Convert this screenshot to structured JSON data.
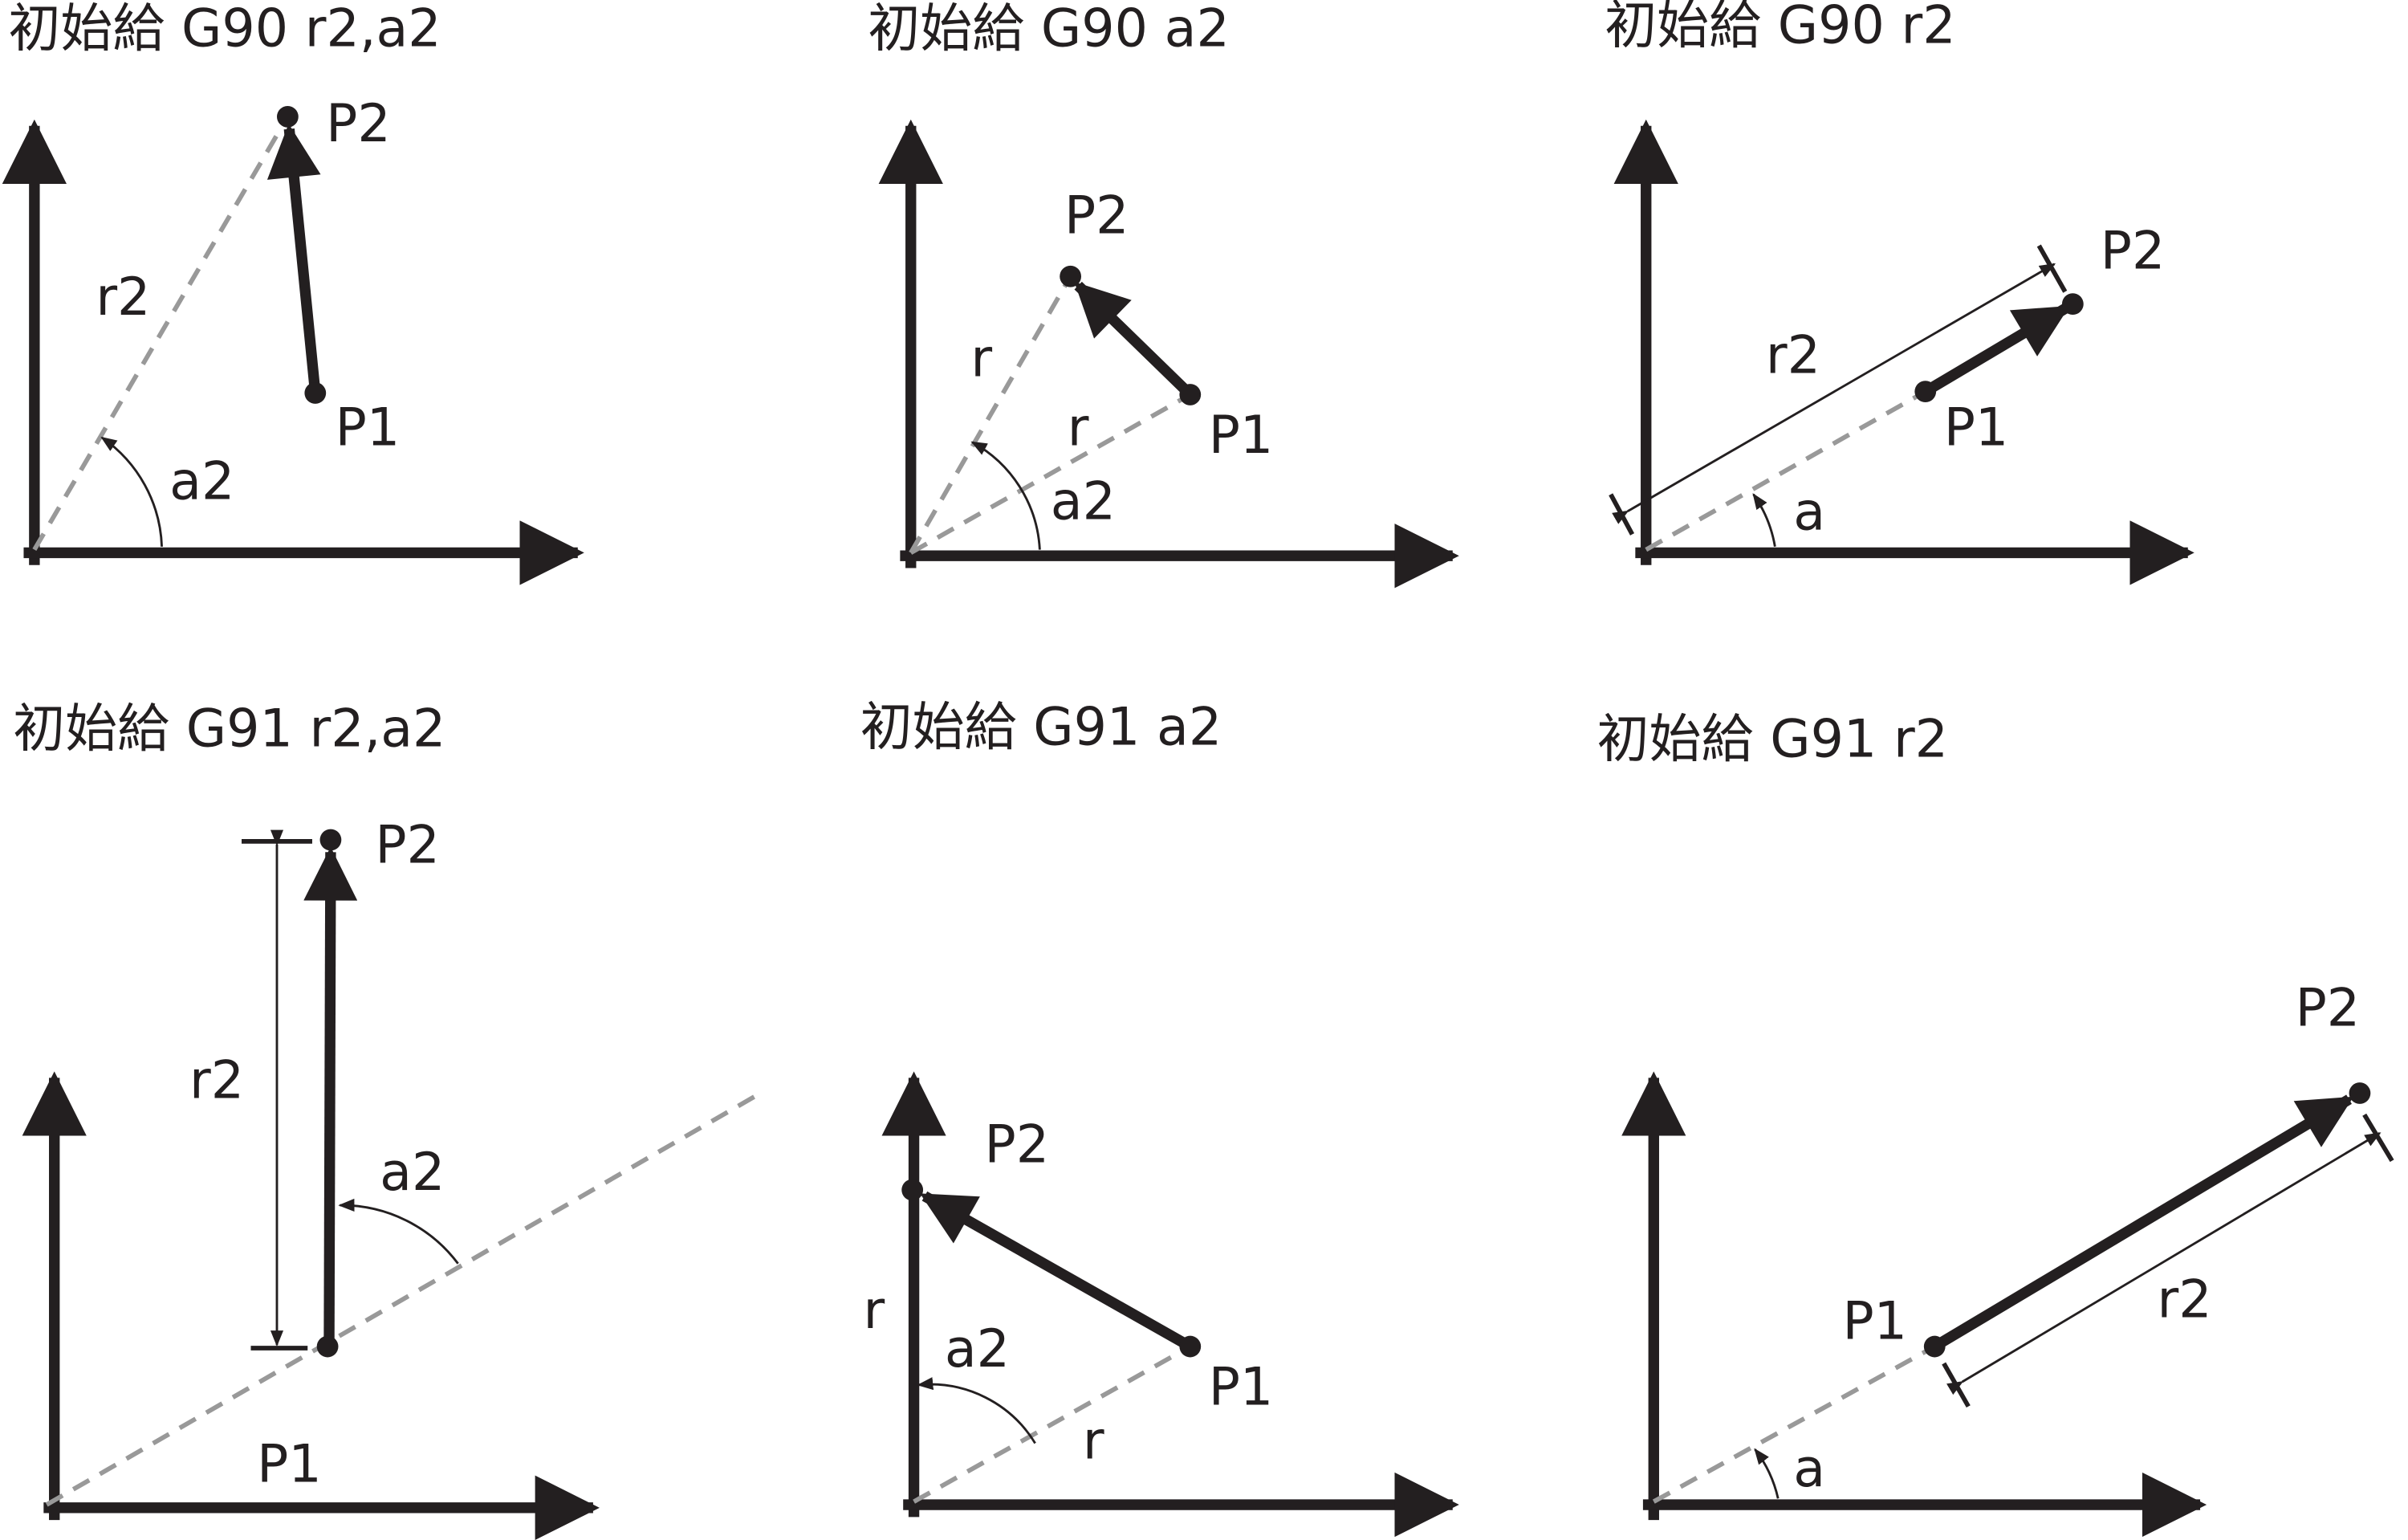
{
  "panels": [
    {
      "title": "初始給  G90 r2,a2",
      "labels": {
        "p2": "P2",
        "p1": "P1",
        "r": "r2",
        "a": "a2"
      }
    },
    {
      "title": "初始給  G90 a2",
      "labels": {
        "p2": "P2",
        "p1": "P1",
        "r1": "r",
        "r2": "r",
        "a": "a2"
      }
    },
    {
      "title": "初始給  G90 r2",
      "labels": {
        "p2": "P2",
        "p1": "P1",
        "r": "r2",
        "a": "a"
      }
    },
    {
      "title": "初始給  G91 r2,a2",
      "labels": {
        "p2": "P2",
        "p1": "P1",
        "r": "r2",
        "a": "a2"
      }
    },
    {
      "title": "初始給  G91 a2",
      "labels": {
        "p2": "P2",
        "p1": "P1",
        "r1": "r",
        "r2": "r",
        "a": "a2"
      }
    },
    {
      "title": "初始給  G91 r2",
      "labels": {
        "p2": "P2",
        "p1": "P1",
        "r": "r2",
        "a": "a"
      }
    }
  ],
  "colors": {
    "ink": "#231f20",
    "dashed": "#999999"
  }
}
